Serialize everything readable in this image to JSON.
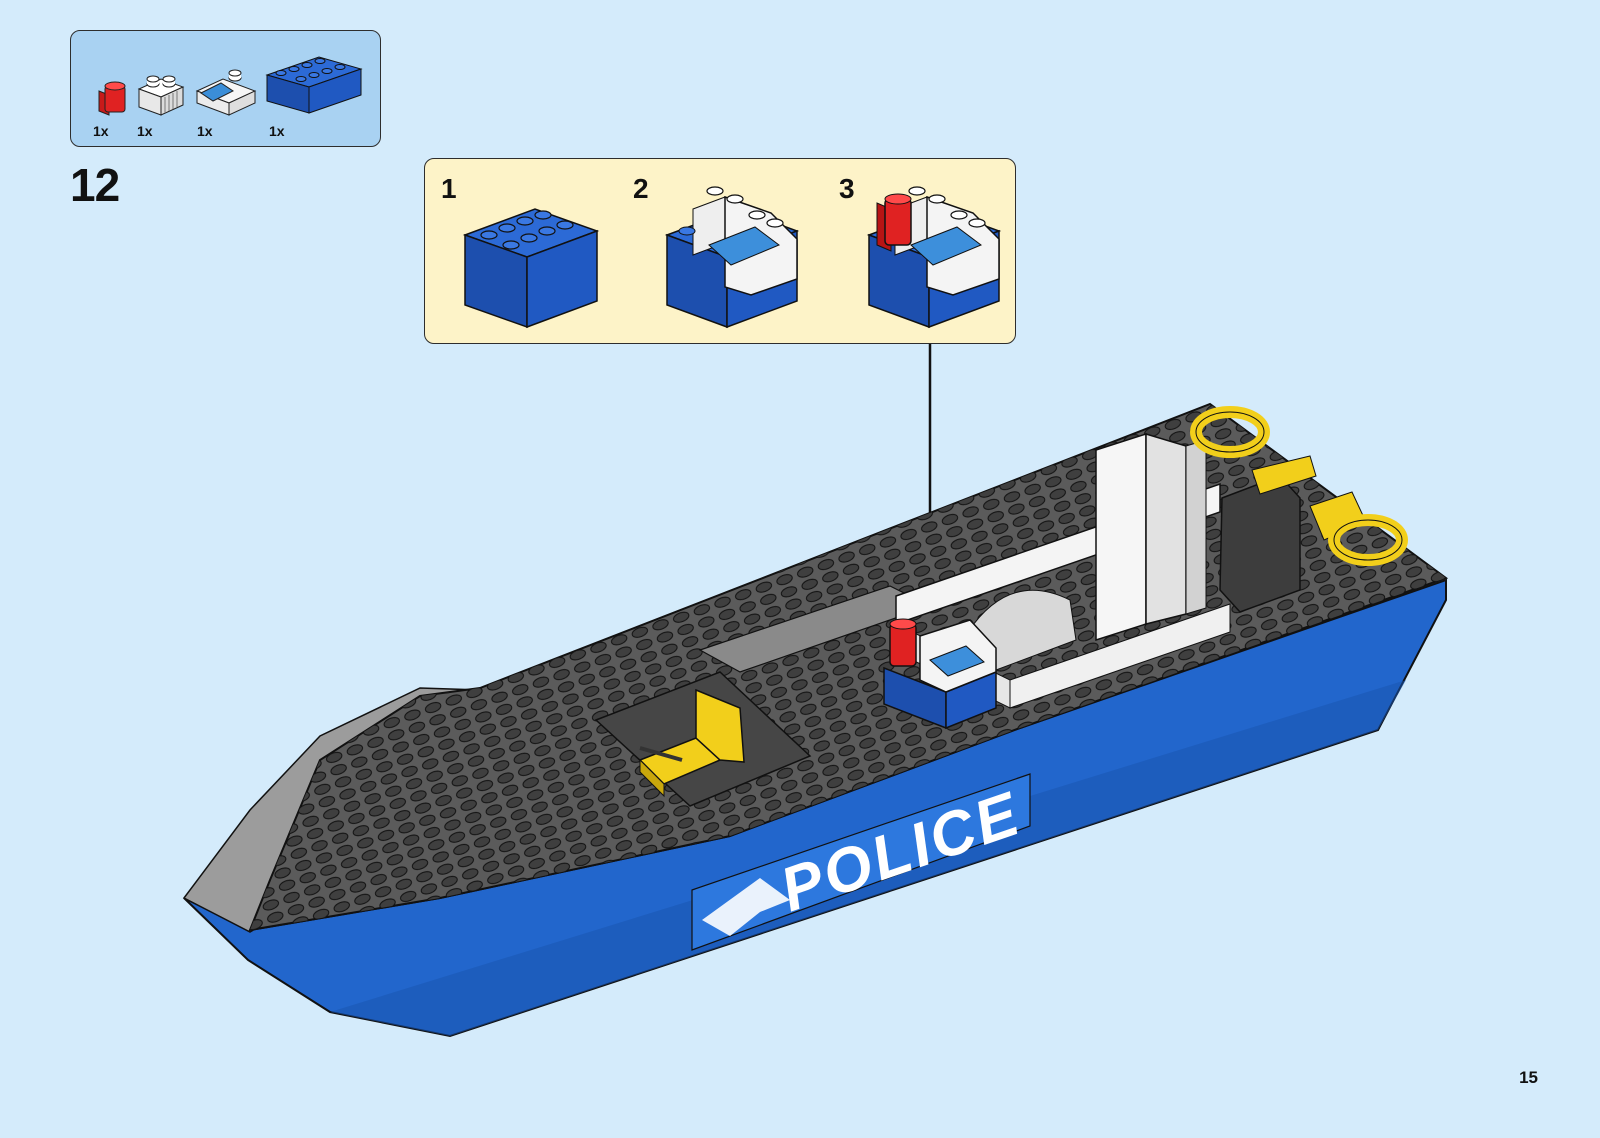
{
  "step": {
    "number": "12",
    "page_number": "15"
  },
  "parts": [
    {
      "name": "red-antenna-clip",
      "qty": "1x",
      "color": "#d62020"
    },
    {
      "name": "white-grille-brick",
      "qty": "1x",
      "color": "#f4f4f4"
    },
    {
      "name": "white-slope-screen-brick",
      "qty": "1x",
      "color": "#f4f4f4"
    },
    {
      "name": "blue-2x4-brick",
      "qty": "1x",
      "color": "#1e5bc6"
    }
  ],
  "substeps": [
    {
      "label": "1"
    },
    {
      "label": "2"
    },
    {
      "label": "3"
    }
  ],
  "model": {
    "hull_text": "POLICE",
    "hull_color": "#2266cc",
    "deck_color": "#5a5a5a"
  },
  "colors": {
    "background": "#d4ebfb",
    "parts_box": "#a9d2f2",
    "substep_box": "#fdf3c8",
    "brick_blue": "#1e5bc6",
    "brick_red": "#d62020",
    "brick_yellow": "#f2cf1b"
  }
}
